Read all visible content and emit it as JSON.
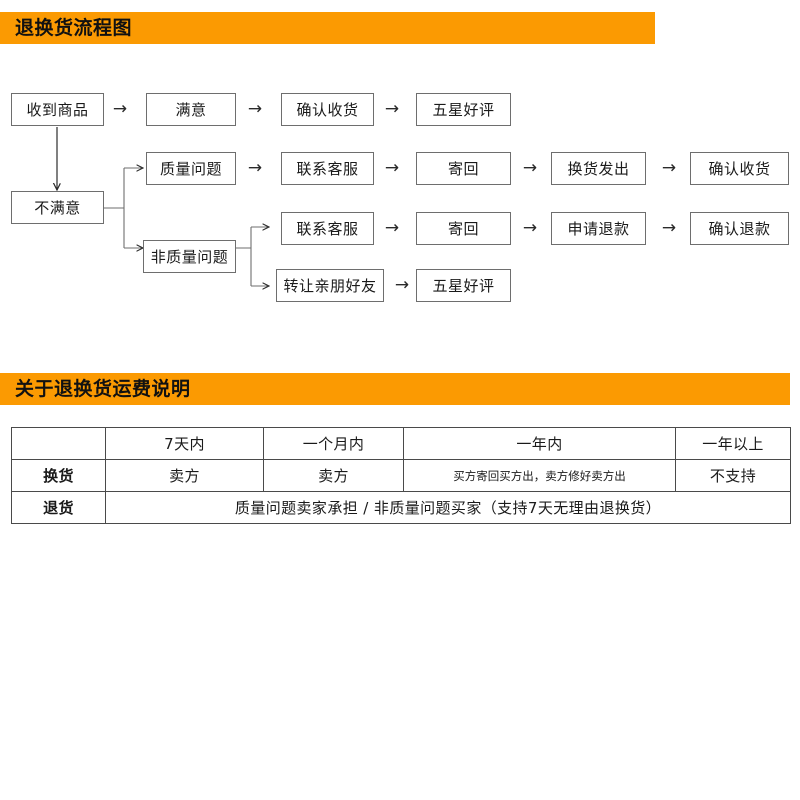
{
  "sections": {
    "flow": {
      "title": "退换货流程图"
    },
    "fee": {
      "title": "关于退换货运费说明"
    }
  },
  "flow": {
    "arrow_glyph": "→",
    "nodes": {
      "received": "收到商品",
      "satisfied": "满意",
      "confirm_receipt": "确认收货",
      "five_star_1": "五星好评",
      "unsatisfied": "不满意",
      "quality_issue": "质量问题",
      "contact_cs_1": "联系客服",
      "send_back_1": "寄回",
      "exchange_sent": "换货发出",
      "confirm_receipt_2": "确认收货",
      "non_quality_issue": "非质量问题",
      "contact_cs_2": "联系客服",
      "send_back_2": "寄回",
      "apply_refund": "申请退款",
      "confirm_refund": "确认退款",
      "transfer_friend": "转让亲朋好友",
      "five_star_2": "五星好评"
    }
  },
  "fee_table": {
    "corner": "",
    "columns": [
      "7天内",
      "一个月内",
      "一年内",
      "一年以上"
    ],
    "rows": [
      {
        "label": "换货",
        "cells": [
          "卖方",
          "卖方",
          "买方寄回买方出，卖方修好卖方出",
          "不支持"
        ]
      },
      {
        "label": "退货",
        "merged": "质量问题卖家承担    /    非质量问题买家（支持7天无理由退换货）"
      }
    ]
  },
  "colors": {
    "banner_orange": "#fb9a02",
    "box_border": "#6e6e6e",
    "table_border": "#4a4a4a",
    "text": "#1a1a1a"
  }
}
